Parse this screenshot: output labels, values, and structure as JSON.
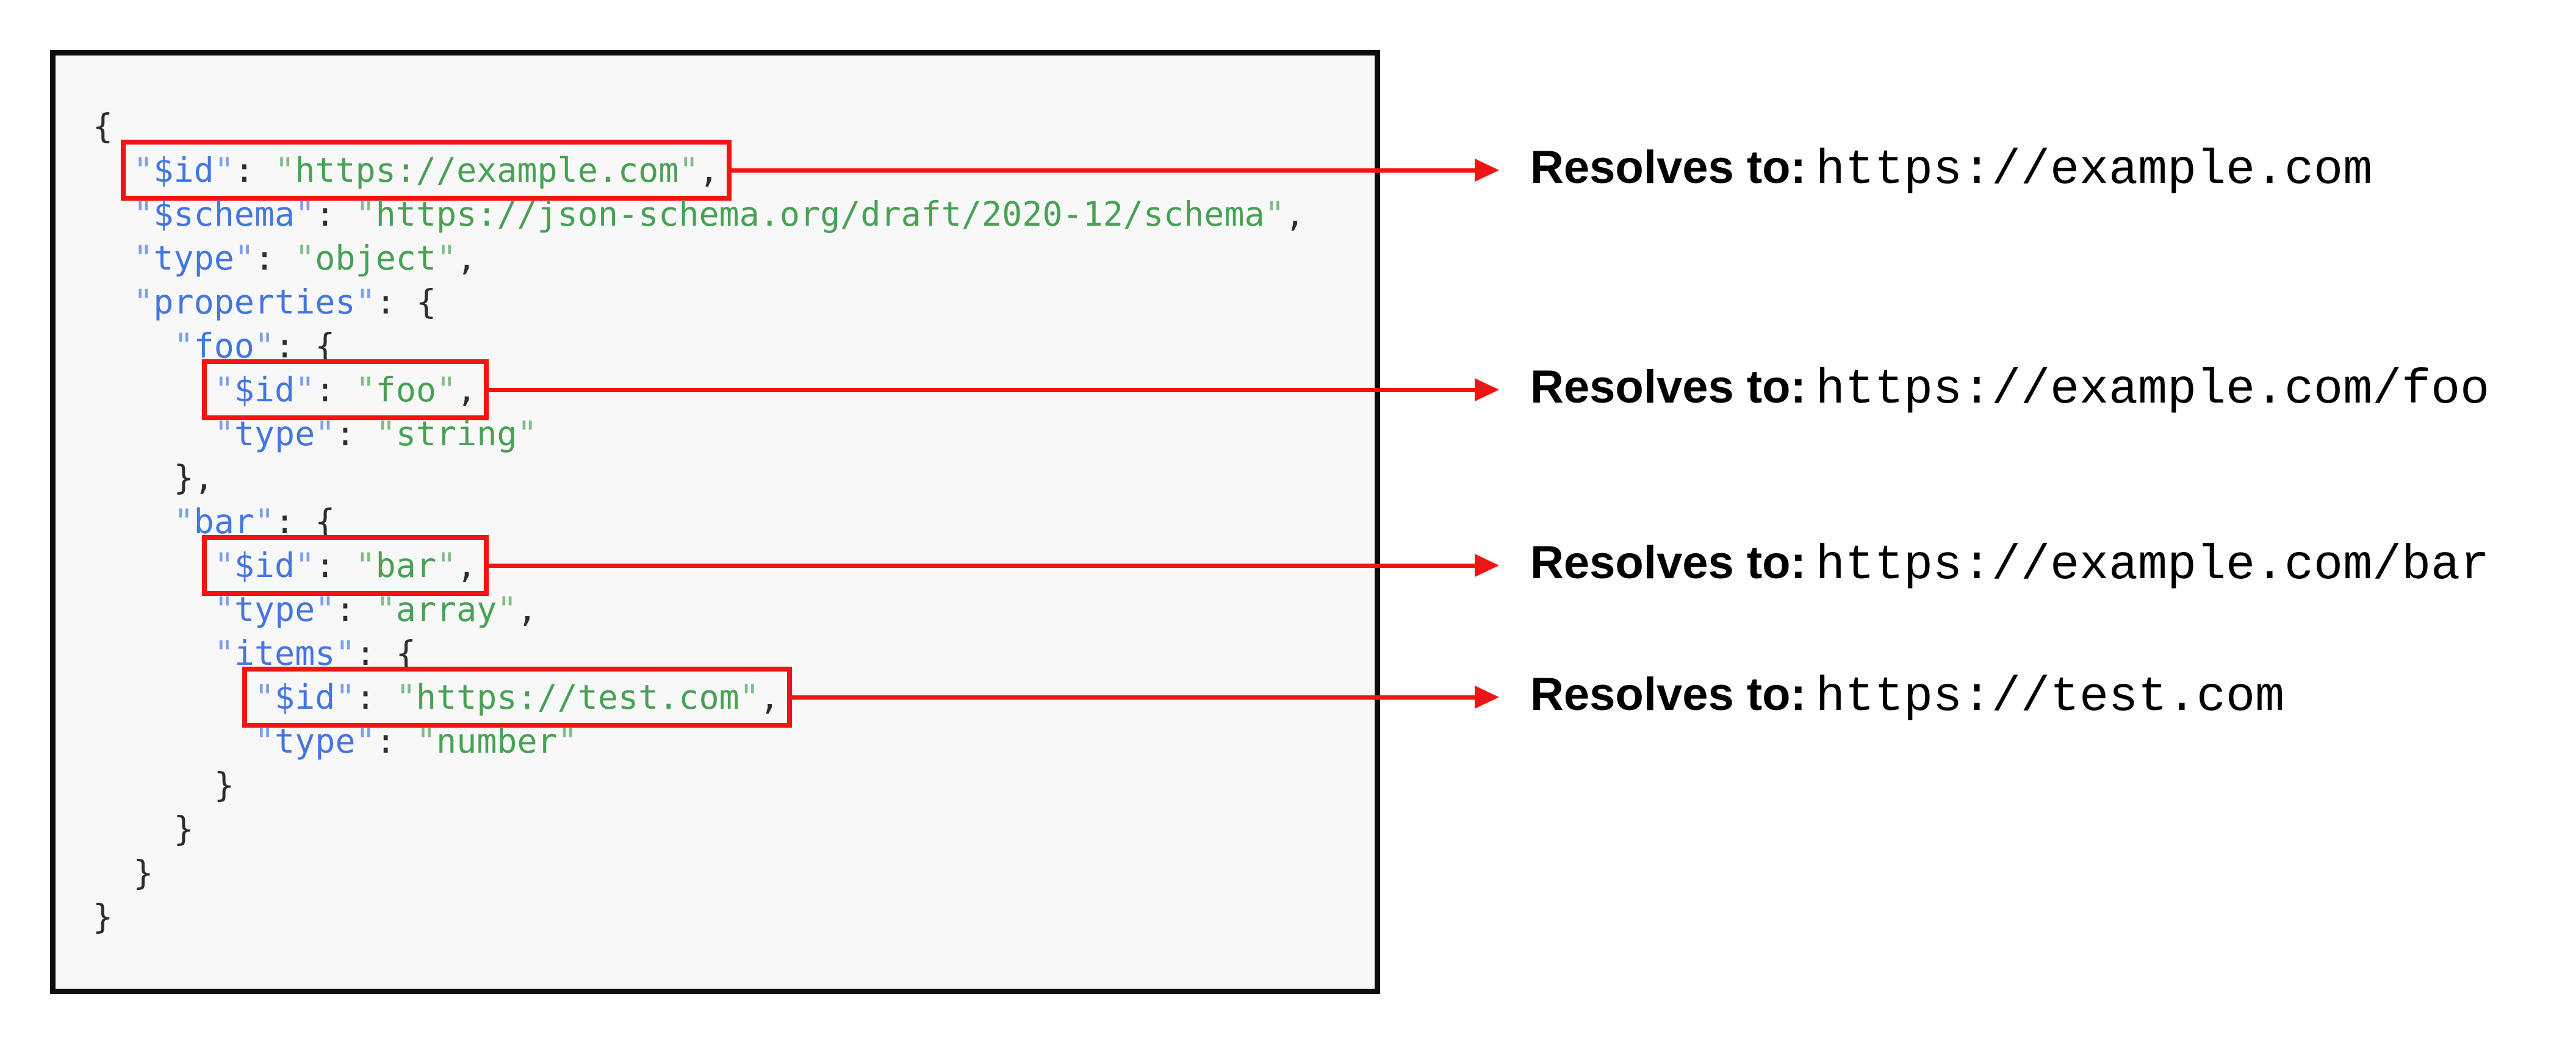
{
  "diagram": {
    "colors": {
      "highlight_red": "#f01414",
      "key_blue": "#4476e0",
      "key_quote_blue": "#7da0ee",
      "string_green": "#48a154",
      "string_quote_green": "#80bd89",
      "punctuation": "#2d2d31",
      "code_background": "#f8f8f8",
      "code_border": "#0d0d0d"
    },
    "resolve_label_prefix": "Resolves to:",
    "code_lines": [
      {
        "indent": "",
        "segments": [
          {
            "t": "{",
            "y": "punct"
          }
        ]
      },
      {
        "indent": "  ",
        "highlight": true,
        "annotation": {
          "prefix": "Resolves to:",
          "url": "https://example.com"
        },
        "segments": [
          {
            "t": "\"",
            "y": "kq"
          },
          {
            "t": "$id",
            "y": "key"
          },
          {
            "t": "\"",
            "y": "kq"
          },
          {
            "t": ": ",
            "y": "punct"
          },
          {
            "t": "\"",
            "y": "vq"
          },
          {
            "t": "https://example.com",
            "y": "val"
          },
          {
            "t": "\"",
            "y": "vq"
          },
          {
            "t": ",",
            "y": "punct"
          }
        ]
      },
      {
        "indent": "  ",
        "segments": [
          {
            "t": "\"",
            "y": "kq"
          },
          {
            "t": "$schema",
            "y": "key"
          },
          {
            "t": "\"",
            "y": "kq"
          },
          {
            "t": ": ",
            "y": "punct"
          },
          {
            "t": "\"",
            "y": "vq"
          },
          {
            "t": "https://json-schema.org/draft/2020-12/schema",
            "y": "val"
          },
          {
            "t": "\"",
            "y": "vq"
          },
          {
            "t": ",",
            "y": "punct"
          }
        ]
      },
      {
        "indent": "  ",
        "segments": [
          {
            "t": "\"",
            "y": "kq"
          },
          {
            "t": "type",
            "y": "key"
          },
          {
            "t": "\"",
            "y": "kq"
          },
          {
            "t": ": ",
            "y": "punct"
          },
          {
            "t": "\"",
            "y": "vq"
          },
          {
            "t": "object",
            "y": "val"
          },
          {
            "t": "\"",
            "y": "vq"
          },
          {
            "t": ",",
            "y": "punct"
          }
        ]
      },
      {
        "indent": "  ",
        "segments": [
          {
            "t": "\"",
            "y": "kq"
          },
          {
            "t": "properties",
            "y": "key"
          },
          {
            "t": "\"",
            "y": "kq"
          },
          {
            "t": ": {",
            "y": "punct"
          }
        ]
      },
      {
        "indent": "    ",
        "segments": [
          {
            "t": "\"",
            "y": "kq"
          },
          {
            "t": "foo",
            "y": "key"
          },
          {
            "t": "\"",
            "y": "kq"
          },
          {
            "t": ": {",
            "y": "punct"
          }
        ]
      },
      {
        "indent": "      ",
        "highlight": true,
        "annotation": {
          "prefix": "Resolves to:",
          "url": "https://example.com/foo"
        },
        "segments": [
          {
            "t": "\"",
            "y": "kq"
          },
          {
            "t": "$id",
            "y": "key"
          },
          {
            "t": "\"",
            "y": "kq"
          },
          {
            "t": ": ",
            "y": "punct"
          },
          {
            "t": "\"",
            "y": "vq"
          },
          {
            "t": "foo",
            "y": "val"
          },
          {
            "t": "\"",
            "y": "vq"
          },
          {
            "t": ",",
            "y": "punct"
          }
        ]
      },
      {
        "indent": "      ",
        "segments": [
          {
            "t": "\"",
            "y": "kq"
          },
          {
            "t": "type",
            "y": "key"
          },
          {
            "t": "\"",
            "y": "kq"
          },
          {
            "t": ": ",
            "y": "punct"
          },
          {
            "t": "\"",
            "y": "vq"
          },
          {
            "t": "string",
            "y": "val"
          },
          {
            "t": "\"",
            "y": "vq"
          }
        ]
      },
      {
        "indent": "    ",
        "segments": [
          {
            "t": "},",
            "y": "punct"
          }
        ]
      },
      {
        "indent": "    ",
        "segments": [
          {
            "t": "\"",
            "y": "kq"
          },
          {
            "t": "bar",
            "y": "key"
          },
          {
            "t": "\"",
            "y": "kq"
          },
          {
            "t": ": {",
            "y": "punct"
          }
        ]
      },
      {
        "indent": "      ",
        "highlight": true,
        "annotation": {
          "prefix": "Resolves to:",
          "url": "https://example.com/bar"
        },
        "segments": [
          {
            "t": "\"",
            "y": "kq"
          },
          {
            "t": "$id",
            "y": "key"
          },
          {
            "t": "\"",
            "y": "kq"
          },
          {
            "t": ": ",
            "y": "punct"
          },
          {
            "t": "\"",
            "y": "vq"
          },
          {
            "t": "bar",
            "y": "val"
          },
          {
            "t": "\"",
            "y": "vq"
          },
          {
            "t": ",",
            "y": "punct"
          }
        ]
      },
      {
        "indent": "      ",
        "segments": [
          {
            "t": "\"",
            "y": "kq"
          },
          {
            "t": "type",
            "y": "key"
          },
          {
            "t": "\"",
            "y": "kq"
          },
          {
            "t": ": ",
            "y": "punct"
          },
          {
            "t": "\"",
            "y": "vq"
          },
          {
            "t": "array",
            "y": "val"
          },
          {
            "t": "\"",
            "y": "vq"
          },
          {
            "t": ",",
            "y": "punct"
          }
        ]
      },
      {
        "indent": "      ",
        "segments": [
          {
            "t": "\"",
            "y": "kq"
          },
          {
            "t": "items",
            "y": "key"
          },
          {
            "t": "\"",
            "y": "kq"
          },
          {
            "t": ": {",
            "y": "punct"
          }
        ]
      },
      {
        "indent": "        ",
        "highlight": true,
        "annotation": {
          "prefix": "Resolves to:",
          "url": "https://test.com"
        },
        "segments": [
          {
            "t": "\"",
            "y": "kq"
          },
          {
            "t": "$id",
            "y": "key"
          },
          {
            "t": "\"",
            "y": "kq"
          },
          {
            "t": ": ",
            "y": "punct"
          },
          {
            "t": "\"",
            "y": "vq"
          },
          {
            "t": "https://test.com",
            "y": "val"
          },
          {
            "t": "\"",
            "y": "vq"
          },
          {
            "t": ",",
            "y": "punct"
          }
        ]
      },
      {
        "indent": "        ",
        "segments": [
          {
            "t": "\"",
            "y": "kq"
          },
          {
            "t": "type",
            "y": "key"
          },
          {
            "t": "\"",
            "y": "kq"
          },
          {
            "t": ": ",
            "y": "punct"
          },
          {
            "t": "\"",
            "y": "vq"
          },
          {
            "t": "number",
            "y": "val"
          },
          {
            "t": "\"",
            "y": "vq"
          }
        ]
      },
      {
        "indent": "      ",
        "segments": [
          {
            "t": "}",
            "y": "punct"
          }
        ]
      },
      {
        "indent": "    ",
        "segments": [
          {
            "t": "}",
            "y": "punct"
          }
        ]
      },
      {
        "indent": "  ",
        "segments": [
          {
            "t": "}",
            "y": "punct"
          }
        ]
      },
      {
        "indent": "",
        "segments": [
          {
            "t": "}",
            "y": "punct"
          }
        ]
      }
    ]
  }
}
